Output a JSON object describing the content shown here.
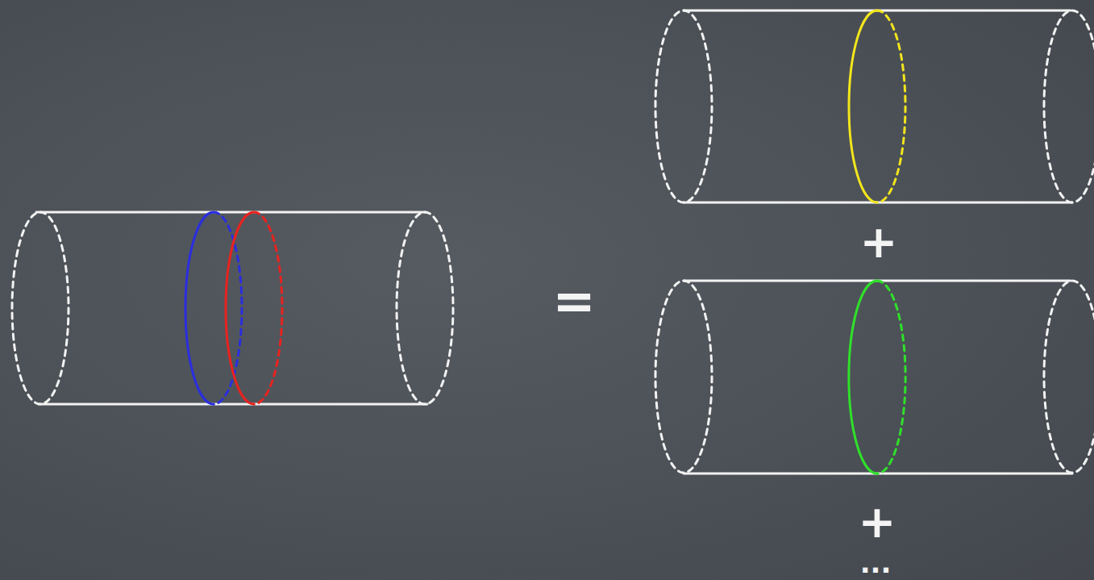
{
  "diagram": {
    "labels": [
      "=",
      "+",
      "+",
      "..."
    ]
  }
}
